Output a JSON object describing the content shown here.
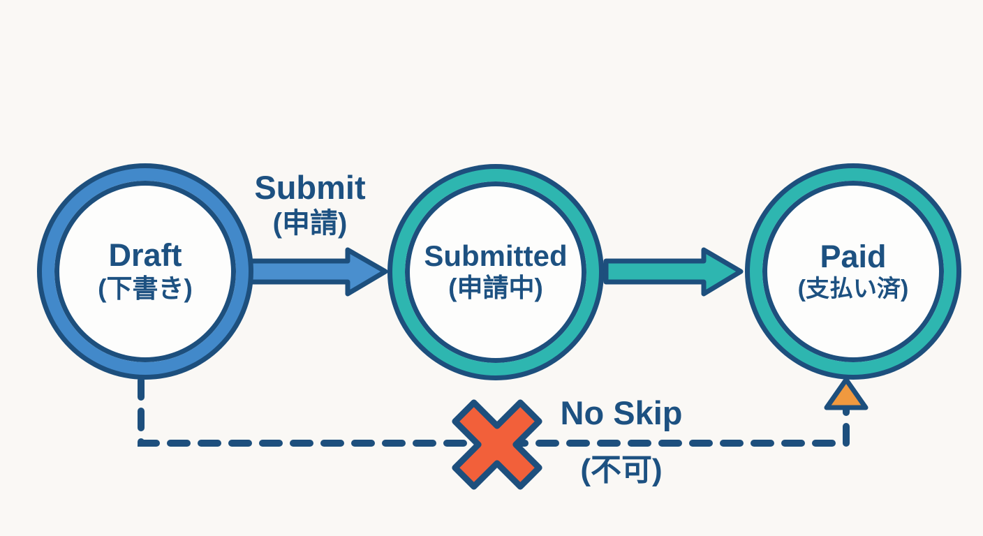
{
  "canvas": {
    "background": "#faf8f5",
    "outline_color": "#1d4f7d",
    "text_color": "#1d5181"
  },
  "nodes": [
    {
      "id": "draft",
      "label": "Draft",
      "sublabel": "(下書き)",
      "ring_color": "#4289ca"
    },
    {
      "id": "submitted",
      "label": "Submitted",
      "sublabel": "(申請中)",
      "ring_color": "#2eb6b0"
    },
    {
      "id": "paid",
      "label": "Paid",
      "sublabel": "(支払い済)",
      "ring_color": "#2eb6b0"
    }
  ],
  "transitions": [
    {
      "from": "draft",
      "to": "submitted",
      "label": "Submit",
      "sublabel": "(申請)",
      "arrow_color": "#4a8fce"
    },
    {
      "from": "submitted",
      "to": "paid",
      "label": "",
      "sublabel": "",
      "arrow_color": "#2eb6b0"
    }
  ],
  "no_skip": {
    "from": "draft",
    "to": "paid",
    "label": "No Skip",
    "sublabel": "(不可)",
    "cross_color": "#f2603a",
    "arrowhead_color": "#f0993f",
    "line_color": "#1d4f7d"
  }
}
